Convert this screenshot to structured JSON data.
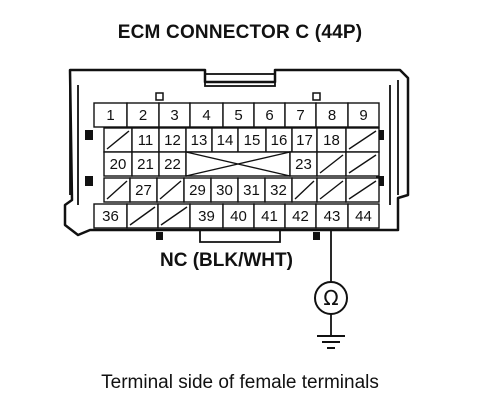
{
  "title": "ECM CONNECTOR C (44P)",
  "probe_label": "NC (BLK/WHT)",
  "probe_symbol": "Ω",
  "caption": "Terminal side of female terminals",
  "icons": [
    "ohmmeter-icon",
    "ground-icon"
  ],
  "colors": {
    "ink": "#111111",
    "background": "#ffffff"
  },
  "connector": {
    "rows": [
      {
        "cells": [
          {
            "label": "1"
          },
          {
            "label": "2"
          },
          {
            "label": "3"
          },
          {
            "label": "4"
          },
          {
            "label": "5"
          },
          {
            "label": "6"
          },
          {
            "label": "7"
          },
          {
            "label": "8"
          },
          {
            "label": "9"
          }
        ]
      },
      {
        "cells": [
          {
            "label": ""
          },
          {
            "label": "11"
          },
          {
            "label": "12"
          },
          {
            "label": "13"
          },
          {
            "label": "14"
          },
          {
            "label": "15"
          },
          {
            "label": "16"
          },
          {
            "label": "17"
          },
          {
            "label": "18"
          },
          {
            "label": ""
          }
        ]
      },
      {
        "cells": [
          {
            "label": "20"
          },
          {
            "label": "21"
          },
          {
            "label": "22"
          },
          {
            "label": "",
            "cross": true
          },
          {
            "label": "23"
          },
          {
            "label": ""
          },
          {
            "label": ""
          }
        ]
      },
      {
        "cells": [
          {
            "label": ""
          },
          {
            "label": "27"
          },
          {
            "label": ""
          },
          {
            "label": "29"
          },
          {
            "label": "30"
          },
          {
            "label": "31"
          },
          {
            "label": "32"
          },
          {
            "label": ""
          },
          {
            "label": ""
          },
          {
            "label": ""
          }
        ]
      },
      {
        "cells": [
          {
            "label": "36"
          },
          {
            "label": ""
          },
          {
            "label": ""
          },
          {
            "label": "39"
          },
          {
            "label": "40"
          },
          {
            "label": "41"
          },
          {
            "label": "42"
          },
          {
            "label": "43"
          },
          {
            "label": "44"
          }
        ]
      }
    ],
    "probe_terminal": "43"
  }
}
